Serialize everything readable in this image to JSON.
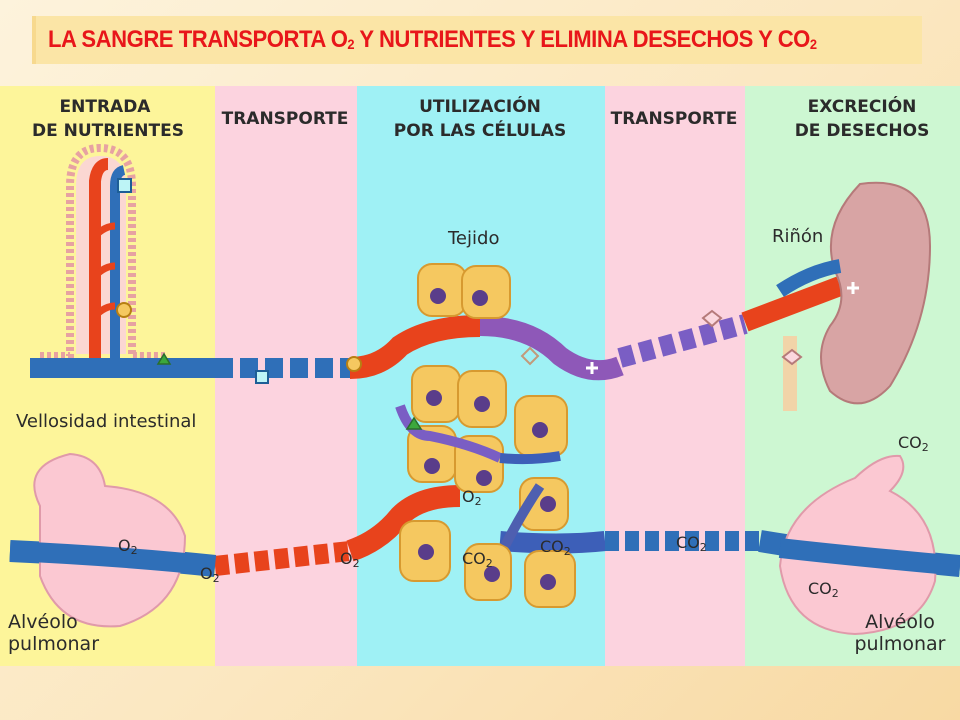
{
  "title": {
    "part1": "LA SANGRE TRANSPORTA O",
    "sub1": "2",
    "part2": " Y NUTRIENTES Y ELIMINA  DESECHOS Y CO",
    "sub2": "2"
  },
  "columns": [
    {
      "line1": "ENTRADA",
      "line2": "DE NUTRIENTES"
    },
    {
      "line1": "TRANSPORTE",
      "line2": ""
    },
    {
      "line1": "UTILIZACIÓN",
      "line2": "POR LAS CÉLULAS"
    },
    {
      "line1": "TRANSPORTE",
      "line2": ""
    },
    {
      "line1": "EXCRECIÓN",
      "line2": "DE DESECHOS"
    }
  ],
  "labels": {
    "villus": "Vellosidad intestinal",
    "tissue": "Tejido",
    "kidney": "Riñón",
    "alveolus_left_1": "Alvéolo",
    "alveolus_left_2": "pulmonar",
    "alveolus_right_1": "Alvéolo",
    "alveolus_right_2": "pulmonar"
  },
  "gas_labels": {
    "o2": "O",
    "co2": "CO",
    "sub": "2"
  },
  "colors": {
    "title": "#e8161a",
    "yellow": "#fdf59a",
    "pink": "#fcd3df",
    "cyan": "#9ff1f5",
    "green": "#cdf7d2",
    "artery": "#e8431c",
    "vein": "#2f6fb8",
    "cell": "#f5c860",
    "nucleus": "#5a3d8a"
  }
}
